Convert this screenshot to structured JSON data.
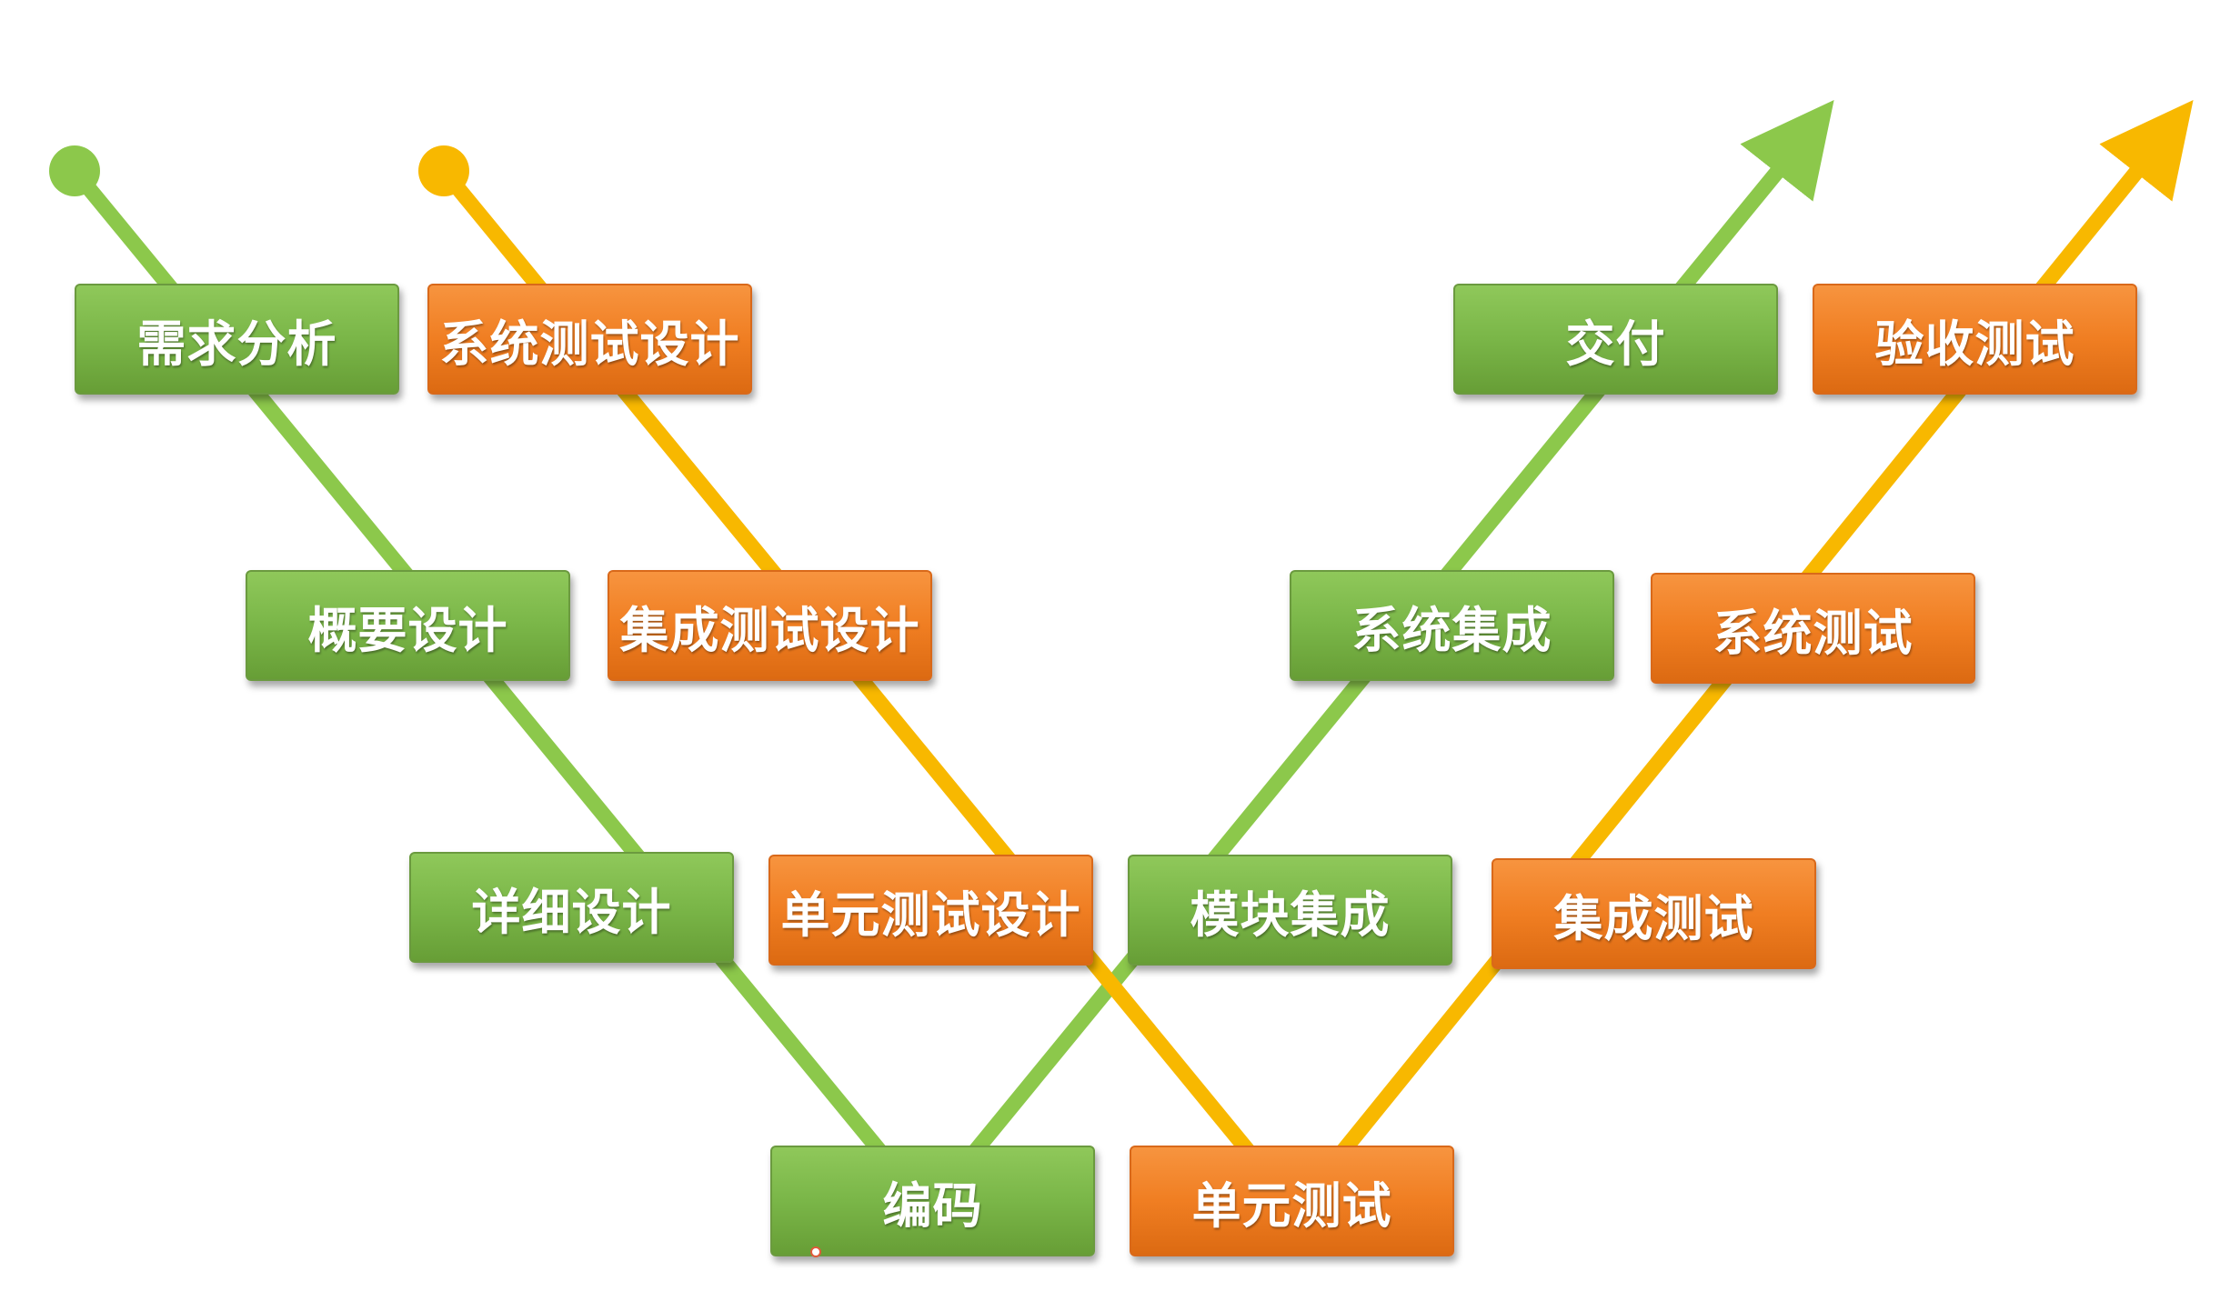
{
  "colors": {
    "green_line": "#8cc84b",
    "yellow_line": "#f8b800",
    "green_box": "#7ab648",
    "orange_box": "#f07e22"
  },
  "green_track": {
    "left": [
      {
        "id": "req",
        "label": "需求分析"
      },
      {
        "id": "hld",
        "label": "概要设计"
      },
      {
        "id": "dd",
        "label": "详细设计"
      }
    ],
    "bottom": {
      "id": "code",
      "label": "编码"
    },
    "right": [
      {
        "id": "modint",
        "label": "模块集成"
      },
      {
        "id": "sysint",
        "label": "系统集成"
      },
      {
        "id": "deliver",
        "label": "交付"
      }
    ]
  },
  "orange_track": {
    "left": [
      {
        "id": "systd",
        "label": "系统测试设计"
      },
      {
        "id": "inttd",
        "label": "集成测试设计"
      },
      {
        "id": "unittd",
        "label": "单元测试设计"
      }
    ],
    "bottom": {
      "id": "unit",
      "label": "单元测试"
    },
    "right": [
      {
        "id": "intt",
        "label": "集成测试"
      },
      {
        "id": "syst",
        "label": "系统测试"
      },
      {
        "id": "accept",
        "label": "验收测试"
      }
    ]
  }
}
